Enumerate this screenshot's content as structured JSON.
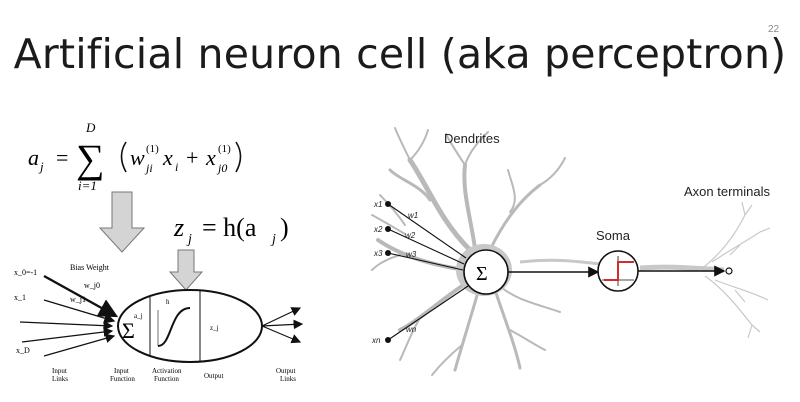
{
  "page": {
    "number": "22",
    "title": "Artificial neuron cell (aka perceptron)"
  },
  "formulas": {
    "activation_sum": {
      "lhs": "a",
      "lhs_sub": "j",
      "equals": "=",
      "sum_upper": "D",
      "sum_lower": "i=1",
      "sigma": "∑",
      "term1_base": "w",
      "term1_sup": "(1)",
      "term1_sub": "ji",
      "term1_x": "x",
      "term1_x_sub": "i",
      "plus": "+",
      "term2_base": "x",
      "term2_sup": "(1)",
      "term2_sub": "j0"
    },
    "output": {
      "lhs": "z",
      "lhs_sub": "j",
      "rhs": "= h(a",
      "rhs_sub": "j",
      "rhs_end": ")"
    }
  },
  "perceptron_diagram": {
    "inputs": [
      "x_0=-1",
      "x_1",
      "x_D"
    ],
    "weights": [
      "w_j0",
      "w_j1"
    ],
    "bias_label": "Bias Weight",
    "sum_symbol": "Σ",
    "sum_label": "a_j",
    "activation_label": "h",
    "output_label": "z_j",
    "captions": {
      "input_links": [
        "Input",
        "Links"
      ],
      "input_function": [
        "Input",
        "Function"
      ],
      "activation_function": [
        "Activation",
        "Function"
      ],
      "output": "Output",
      "output_links": [
        "Output",
        "Links"
      ]
    }
  },
  "biological_diagram": {
    "dendrites_label": "Dendrites",
    "soma_label": "Soma",
    "axon_label": "Axon terminals",
    "sum_symbol": "Σ",
    "inputs": [
      "x1",
      "x2",
      "x3",
      "xn"
    ],
    "weights": [
      "w1",
      "w2",
      "w3",
      "wn"
    ]
  },
  "colors": {
    "arrow_fill": "#d4d4d4",
    "dendrite_gray": "#b9b9b9",
    "step_red": "#d22b2b"
  }
}
